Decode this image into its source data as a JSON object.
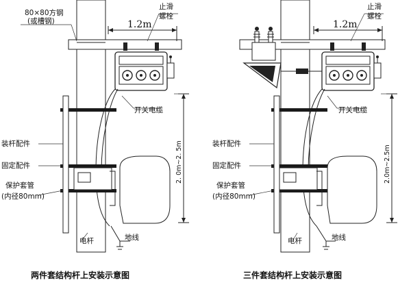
{
  "left": {
    "steel_label_1": "80×80方钢",
    "steel_label_2": "(或槽钢)",
    "distance": "1.2m",
    "bolt_label_1": "止滑",
    "bolt_label_2": "螺栓",
    "cable_label": "开关电缆",
    "pole_fitting": "装杆配件",
    "fixing_fitting": "固定配件",
    "sleeve_label_1": "保护套管",
    "sleeve_label_2": "(内径80mm)",
    "height_range": "2. 0m~2. 5m",
    "pole_label": "电杆",
    "ground_label": "地线",
    "caption": "两件套结构杆上安装示意图"
  },
  "right": {
    "distance": "1.2m",
    "bolt_label_1": "止滑",
    "bolt_label_2": "螺栓",
    "cable_label": "开关电缆",
    "pole_fitting": "装杆配件",
    "fixing_fitting": "固定配件",
    "sleeve_label_1": "保护套管",
    "sleeve_label_2": "(内径80mm)",
    "height_range": "2.0m~2.5m",
    "pole_label": "电杆",
    "ground_label": "地线",
    "caption": "三件套结构杆上安装示意图"
  }
}
